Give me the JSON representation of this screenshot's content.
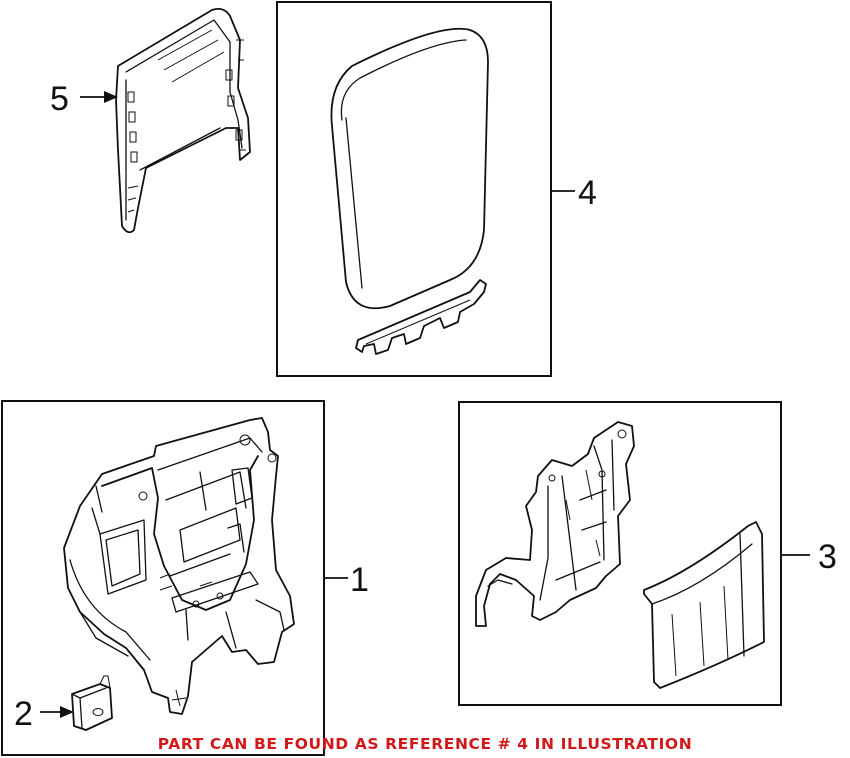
{
  "callouts": {
    "part_1": "1",
    "part_2": "2",
    "part_3": "3",
    "part_4": "4",
    "part_5": "5"
  },
  "note": "PART CAN BE FOUND AS REFERENCE # 4 IN ILLUSTRATION",
  "colors": {
    "note_text": "#d01a1a",
    "line_art": "#111111",
    "background": "#ffffff"
  }
}
